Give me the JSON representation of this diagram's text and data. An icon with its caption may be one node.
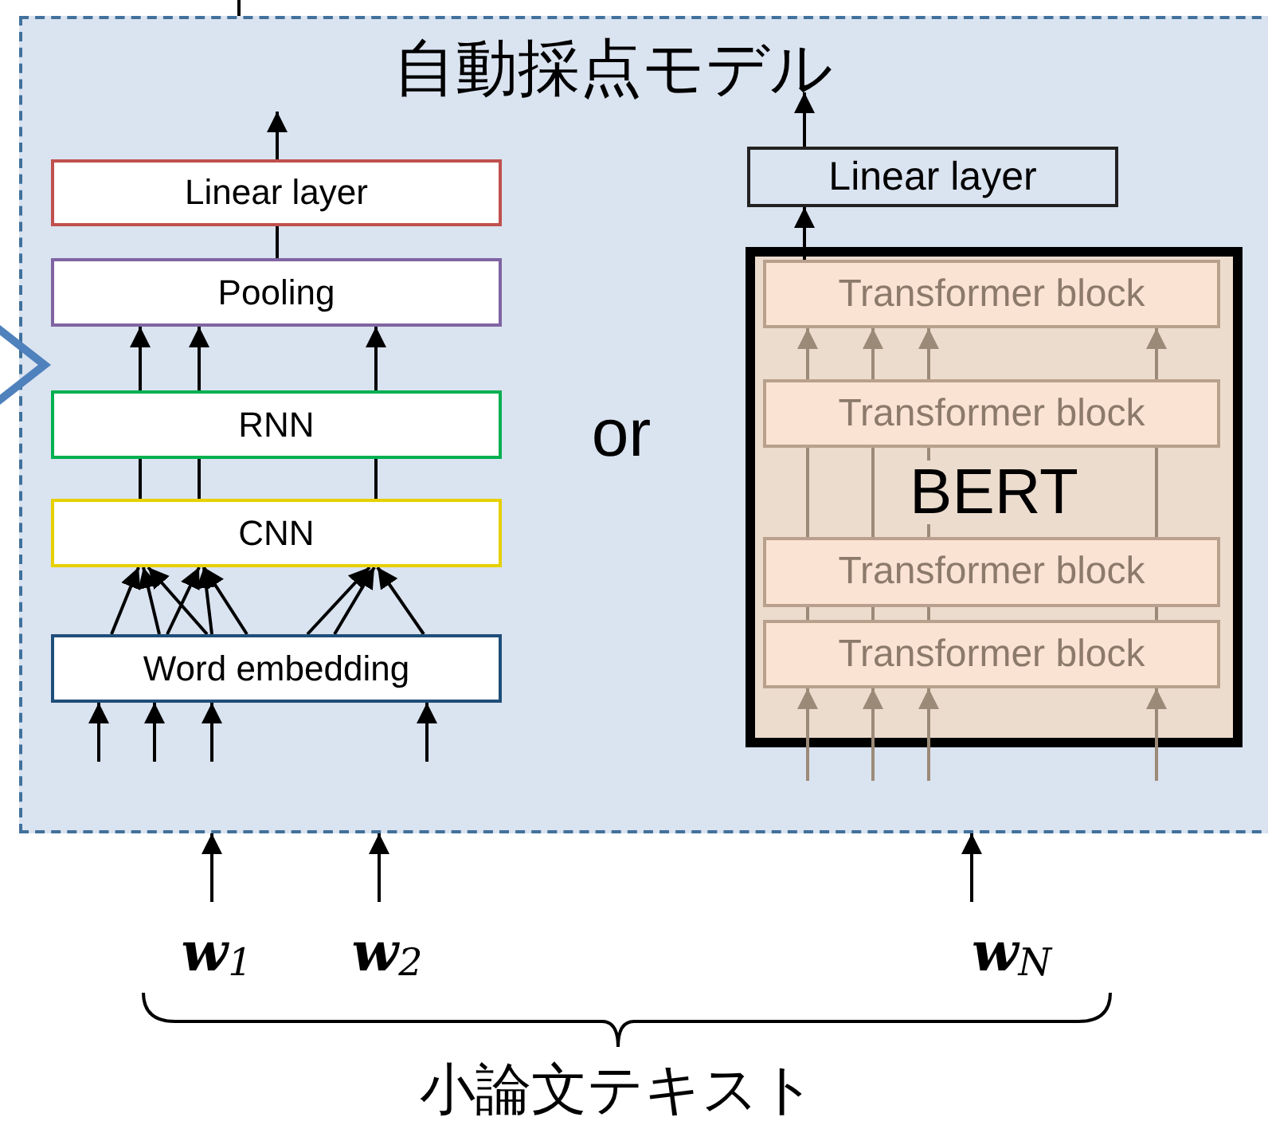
{
  "diagram": {
    "nodes": [
      {
        "text": [
          "自動採点モデル"
        ]
      },
      {
        "text": [
          "Linear layer"
        ],
        "in": 0
      },
      {
        "text": [
          "Pooling"
        ],
        "in": 0
      },
      {
        "text": [
          "RNN"
        ],
        "in": 0
      },
      {
        "text": [
          "CNN"
        ],
        "in": 0
      },
      {
        "text": [
          "Word embedding"
        ],
        "in": 0
      },
      {
        "text": [
          "Linear layer"
        ],
        "in": 0
      },
      {
        "text": [
          "BERT"
        ],
        "in": 0
      },
      {
        "text": [
          "Transformer block"
        ],
        "in": 7
      },
      {
        "text": [
          "Transformer block"
        ],
        "in": 7
      },
      {
        "text": [
          "Transformer block"
        ],
        "in": 7
      },
      {
        "text": [
          "Transformer block"
        ],
        "in": 7
      },
      {
        "text": [
          "**w**$_{1}$"
        ]
      },
      {
        "text": [
          "**w**$_{2}$"
        ]
      },
      {
        "text": [
          "**w**$_{N}$"
        ]
      }
    ],
    "edges": [
      {
        "from": 1,
        "to": null,
        "arrow": "to"
      },
      {
        "from": 2,
        "to": 1,
        "arrow": "none"
      },
      {
        "from": 3,
        "to": 2,
        "arrow": "to"
      },
      {
        "from": 3,
        "to": 2,
        "arrow": "to"
      },
      {
        "from": 3,
        "to": 2,
        "arrow": "to"
      },
      {
        "from": 4,
        "to": 3,
        "arrow": "none"
      },
      {
        "from": 4,
        "to": 3,
        "arrow": "none"
      },
      {
        "from": 4,
        "to": 3,
        "arrow": "none"
      },
      {
        "from": 5,
        "to": 4,
        "arrow": "to"
      },
      {
        "from": 5,
        "to": 4,
        "arrow": "to"
      },
      {
        "from": 5,
        "to": 4,
        "arrow": "to"
      },
      {
        "from": 5,
        "to": 4,
        "arrow": "to"
      },
      {
        "from": 5,
        "to": 4,
        "arrow": "to"
      },
      {
        "from": 5,
        "to": 4,
        "arrow": "to"
      },
      {
        "from": 5,
        "to": 4,
        "arrow": "to"
      },
      {
        "from": 5,
        "to": 4,
        "arrow": "to"
      },
      {
        "from": 5,
        "to": 4,
        "arrow": "to"
      },
      {
        "from": null,
        "to": 5,
        "arrow": "to"
      },
      {
        "from": null,
        "to": 5,
        "arrow": "to"
      },
      {
        "from": null,
        "to": 5,
        "arrow": "to"
      },
      {
        "from": null,
        "to": 5,
        "arrow": "to"
      },
      {
        "from": 12,
        "to": 0,
        "arrow": "to"
      },
      {
        "from": 13,
        "to": 0,
        "arrow": "to"
      },
      {
        "from": 14,
        "to": 0,
        "arrow": "to"
      },
      {
        "from": 6,
        "to": null,
        "arrow": "to"
      },
      {
        "from": 8,
        "to": 6,
        "arrow": "to"
      },
      {
        "from": 9,
        "to": 8,
        "arrow": "to",
        "color": "#9c8a78"
      },
      {
        "from": 9,
        "to": 8,
        "arrow": "to",
        "color": "#9c8a78"
      },
      {
        "from": 9,
        "to": 8,
        "arrow": "to",
        "color": "#9c8a78"
      },
      {
        "from": 9,
        "to": 8,
        "arrow": "to",
        "color": "#9c8a78"
      },
      {
        "from": 10,
        "to": 9,
        "arrow": "none",
        "color": "#9c8a78"
      },
      {
        "from": 10,
        "to": 9,
        "arrow": "none",
        "color": "#9c8a78"
      },
      {
        "from": 10,
        "to": 9,
        "arrow": "none",
        "color": "#9c8a78"
      },
      {
        "from": 10,
        "to": 9,
        "arrow": "none",
        "color": "#9c8a78"
      },
      {
        "from": 11,
        "to": 10,
        "arrow": "none",
        "color": "#9c8a78"
      },
      {
        "from": 11,
        "to": 10,
        "arrow": "none",
        "color": "#9c8a78"
      },
      {
        "from": 11,
        "to": 10,
        "arrow": "none",
        "color": "#9c8a78"
      },
      {
        "from": 11,
        "to": 10,
        "arrow": "none",
        "color": "#9c8a78"
      },
      {
        "from": null,
        "to": 11,
        "arrow": "to",
        "color": "#9c8a78"
      },
      {
        "from": null,
        "to": 11,
        "arrow": "to",
        "color": "#9c8a78"
      },
      {
        "from": null,
        "to": 11,
        "arrow": "to",
        "color": "#9c8a78"
      },
      {
        "from": null,
        "to": 11,
        "arrow": "to",
        "color": "#9c8a78"
      },
      {
        "from": 0,
        "to": null,
        "arrow": "none"
      }
    ],
    "labels": [
      "or",
      "小論文テキスト"
    ]
  }
}
